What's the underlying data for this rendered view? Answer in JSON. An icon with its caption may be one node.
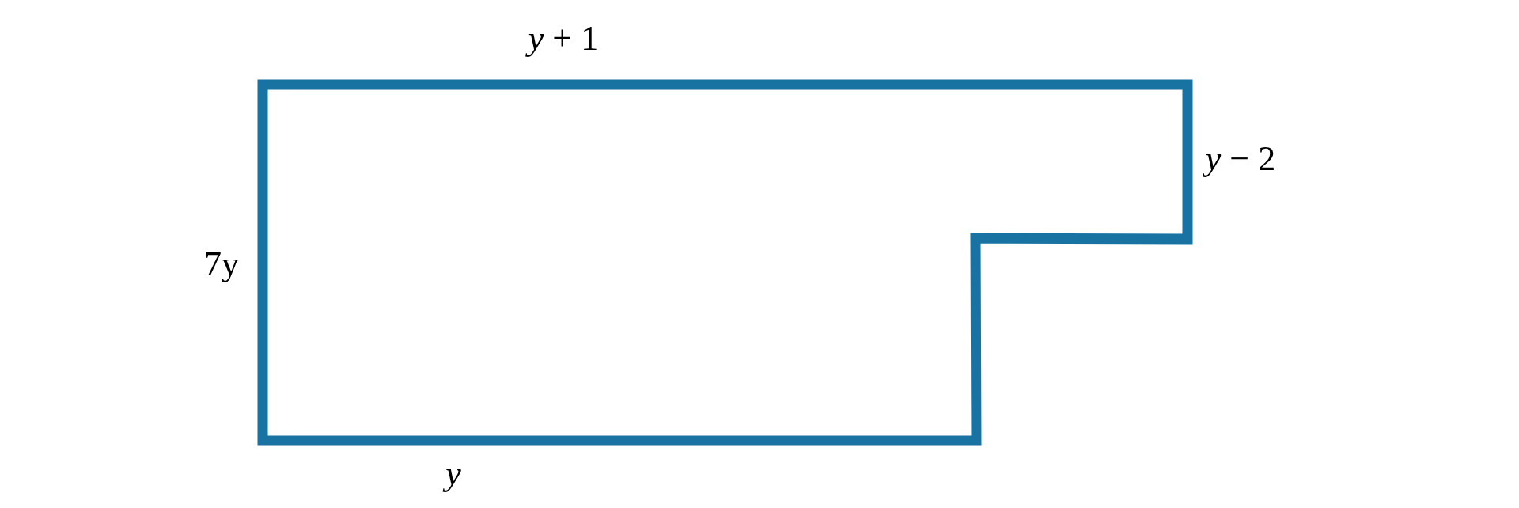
{
  "diagram": {
    "labels": [
      "*y* + 1",
      "*y* − 2",
      "7y",
      "y"
    ]
  }
}
